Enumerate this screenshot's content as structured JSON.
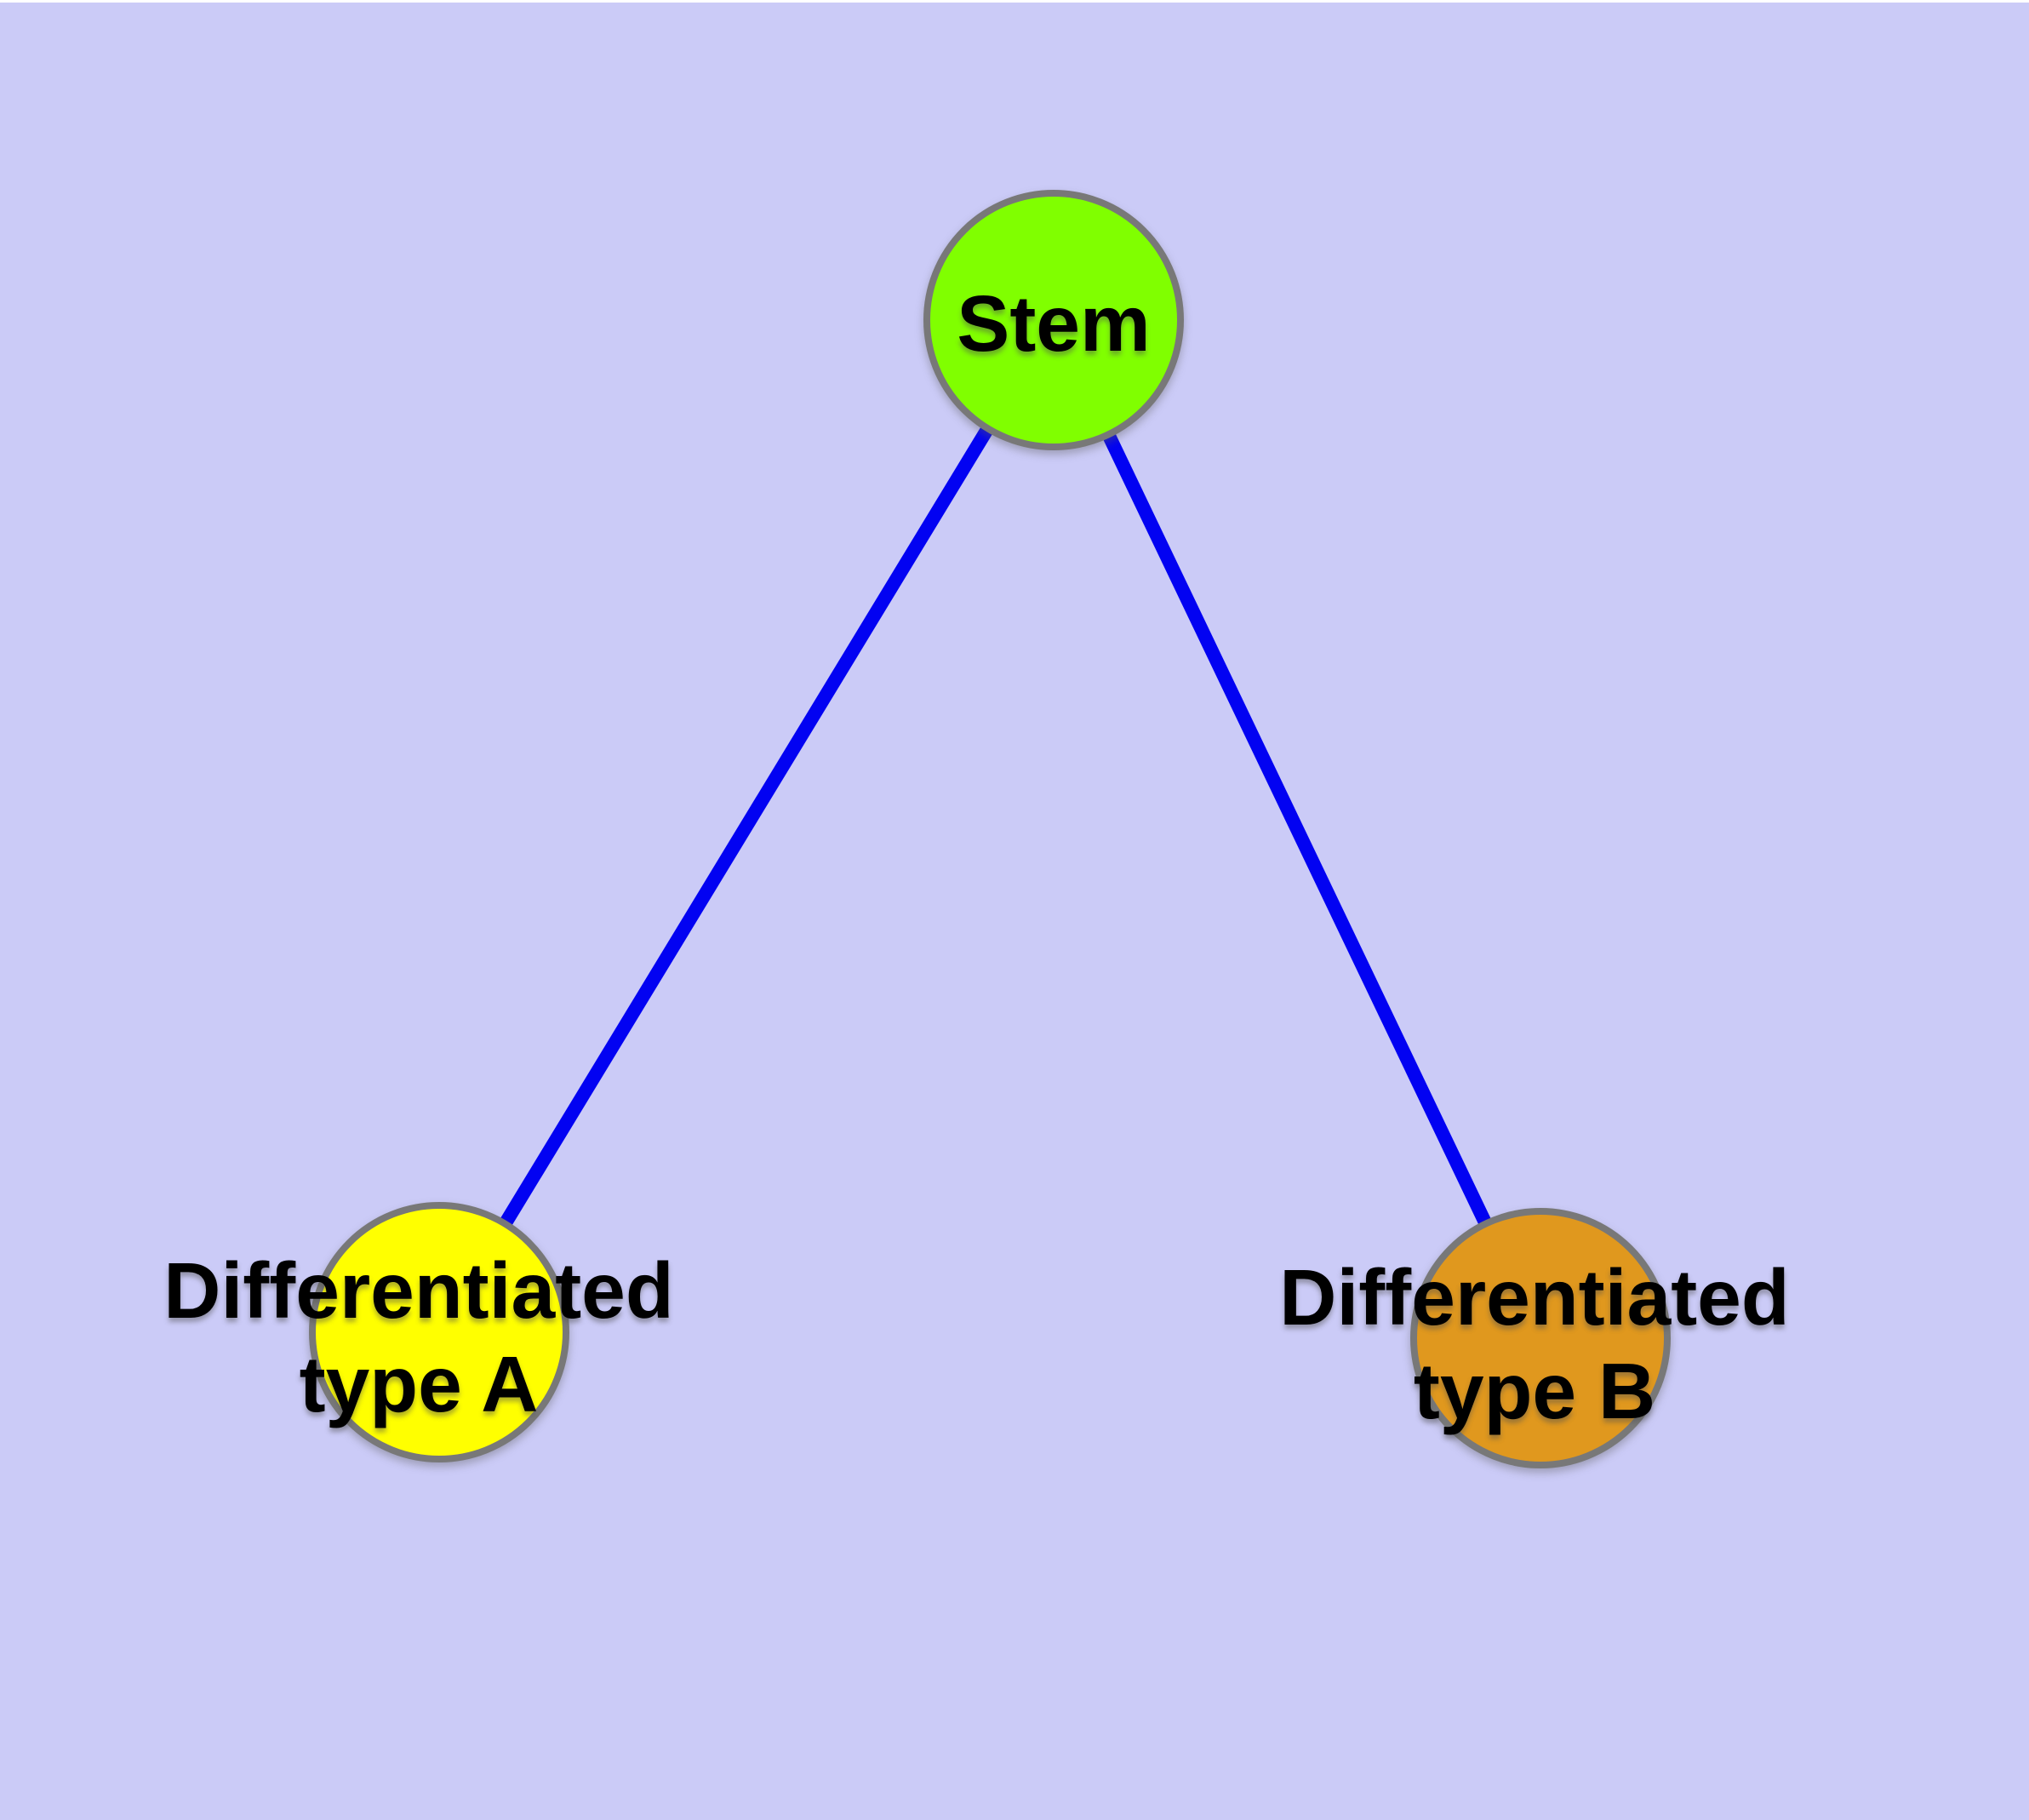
{
  "diagram": {
    "background_color": "#CBCBF7",
    "top_edge_color": "#FFFFFF",
    "edge_color": "#0202F2",
    "node_border_color": "#787878",
    "label_text_color": "#000000",
    "nodes": {
      "stem": {
        "label": "Stem",
        "fill_color": "#80FF00"
      },
      "type_a": {
        "label_line1": "Differentiated",
        "label_line2": "type A",
        "fill_color": "#FFFF00"
      },
      "type_b": {
        "label_line1": "Differentiated",
        "label_line2": "type B",
        "fill_color": "#E0981E"
      }
    },
    "edges": [
      {
        "from": "Stem",
        "to": "Differentiated type A"
      },
      {
        "from": "Stem",
        "to": "Differentiated type B"
      }
    ]
  }
}
